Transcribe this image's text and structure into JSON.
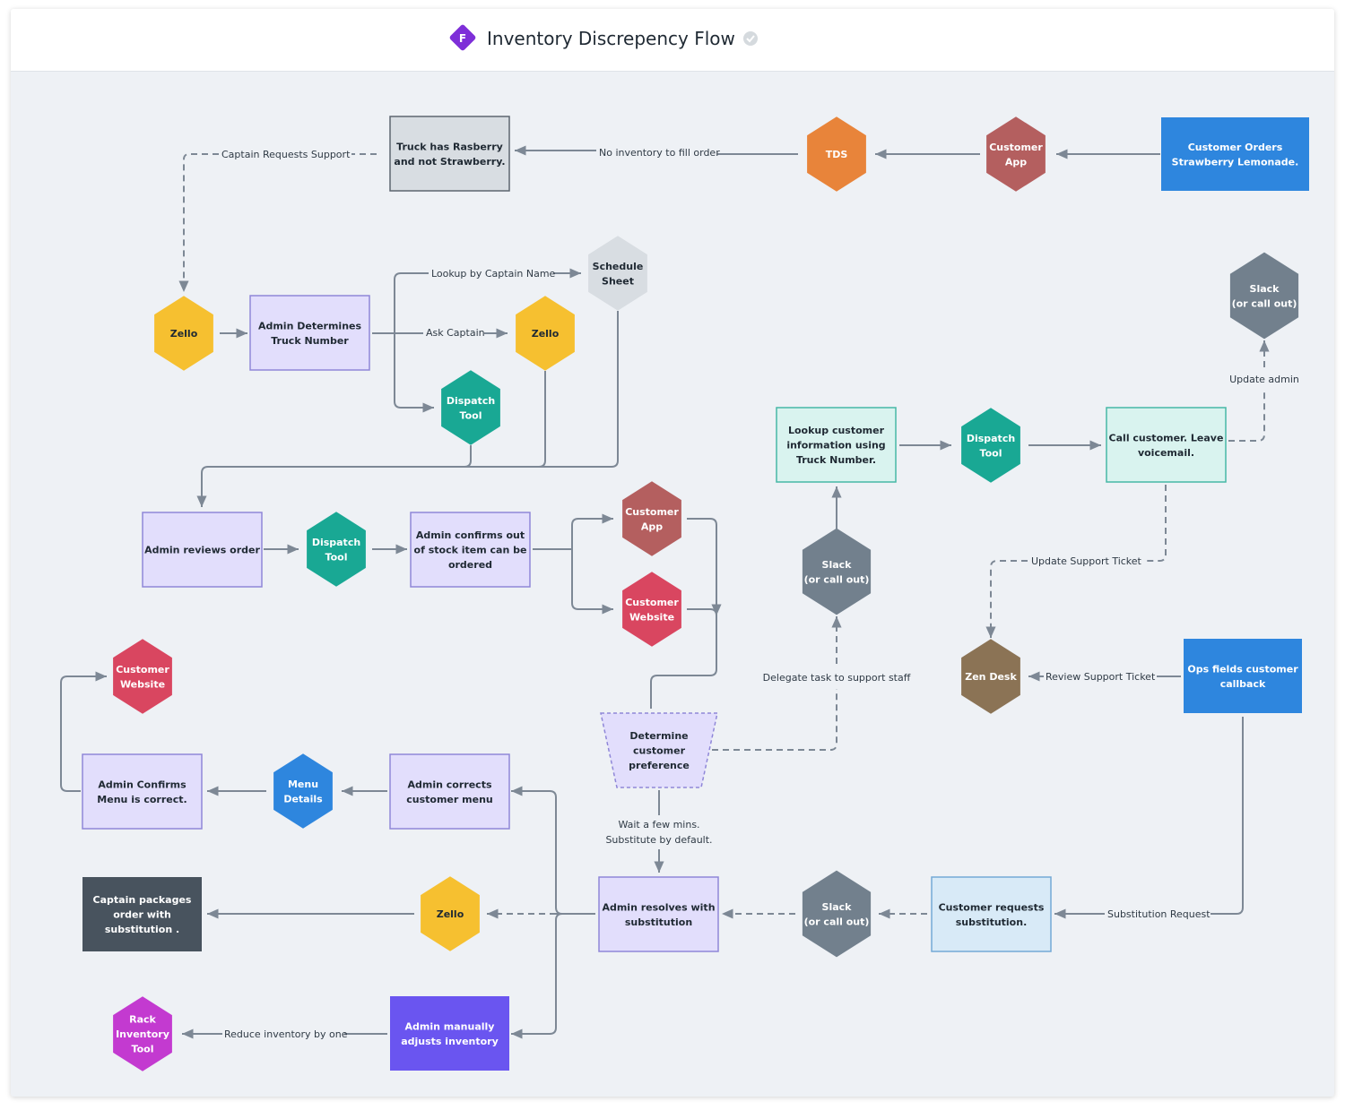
{
  "title": "Inventory Discrepency Flow",
  "logo_letter": "F",
  "colors": {
    "logo": "#7e2fd8",
    "orange": "#e8843a",
    "brick": "#b45f5f",
    "blue": "#2e86de",
    "gray": "#d8dde2",
    "yellow": "#f6c030",
    "lavender": "#e2defc",
    "lavender_border": "#8f87d8",
    "teal": "#19a894",
    "slate": "#8c959e",
    "slate_dark": "#72808d",
    "red": "#d94660",
    "mint": "#d9f3ef",
    "mint_border": "#47b8a6",
    "lightblue": "#d8eaf7",
    "lightblue_border": "#74a9d6",
    "brown": "#8b7355",
    "dark": "#48535e",
    "magenta": "#c33ad0",
    "purple": "#6a55f0"
  },
  "nodes": {
    "customer_orders": {
      "text": [
        "Customer Orders",
        "Strawberry Lemonade."
      ]
    },
    "customer_app_top": {
      "text": [
        "Customer",
        "App"
      ]
    },
    "tds": {
      "text": [
        "TDS"
      ]
    },
    "truck_rasberry": {
      "text": [
        "Truck has Rasberry",
        "and not Strawberry."
      ]
    },
    "zello_left": {
      "text": [
        "Zello"
      ]
    },
    "admin_determines": {
      "text": [
        "Admin Determines",
        "Truck Number"
      ]
    },
    "schedule_sheet": {
      "text": [
        "Schedule",
        "Sheet"
      ]
    },
    "zello_mid": {
      "text": [
        "Zello"
      ]
    },
    "dispatch_tool_1": {
      "text": [
        "Dispatch",
        "Tool"
      ]
    },
    "admin_reviews": {
      "text": [
        "Admin reviews order"
      ]
    },
    "dispatch_tool_2": {
      "text": [
        "Dispatch",
        "Tool"
      ]
    },
    "admin_confirms_out": {
      "text": [
        "Admin confirms out",
        "of stock item can be",
        "ordered"
      ]
    },
    "customer_app_mid": {
      "text": [
        "Customer",
        "App"
      ]
    },
    "customer_website_mid": {
      "text": [
        "Customer",
        "Website"
      ]
    },
    "determine_pref": {
      "text": [
        "Determine",
        "customer",
        "preference"
      ]
    },
    "slack_mid": {
      "text": [
        "Slack",
        "(or call out)"
      ]
    },
    "lookup_customer": {
      "text": [
        "Lookup customer",
        "information using",
        "Truck Number."
      ]
    },
    "dispatch_tool_3": {
      "text": [
        "Dispatch",
        "Tool"
      ]
    },
    "call_customer": {
      "text": [
        "Call customer. Leave",
        "voicemail."
      ]
    },
    "slack_top": {
      "text": [
        "Slack",
        "(or call out)"
      ]
    },
    "zen_desk": {
      "text": [
        "Zen Desk"
      ]
    },
    "ops_fields": {
      "text": [
        "Ops fields customer",
        "callback"
      ]
    },
    "customer_website_left": {
      "text": [
        "Customer",
        "Website"
      ]
    },
    "admin_confirms_menu": {
      "text": [
        "Admin Confirms",
        "Menu is correct."
      ]
    },
    "menu_details": {
      "text": [
        "Menu",
        "Details"
      ]
    },
    "admin_corrects": {
      "text": [
        "Admin corrects",
        "customer menu"
      ]
    },
    "captain_packages": {
      "text": [
        "Captain packages",
        "order with",
        "substitution ."
      ]
    },
    "zello_bottom": {
      "text": [
        "Zello"
      ]
    },
    "admin_resolves": {
      "text": [
        "Admin resolves with",
        "substitution"
      ]
    },
    "slack_bottom": {
      "text": [
        "Slack",
        "(or call out)"
      ]
    },
    "customer_requests": {
      "text": [
        "Customer requests",
        "substitution."
      ]
    },
    "rack_inventory": {
      "text": [
        "Rack",
        "Inventory",
        "Tool"
      ]
    },
    "admin_manually": {
      "text": [
        "Admin manually",
        "adjusts inventory"
      ]
    }
  },
  "edge_labels": {
    "no_inventory": [
      "No inventory to fill order"
    ],
    "captain_requests": [
      "Captain Requests Support"
    ],
    "lookup_captain": [
      "Lookup by Captain Name"
    ],
    "ask_captain": [
      "Ask Captain"
    ],
    "update_admin": [
      "Update admin"
    ],
    "update_ticket": [
      "Update Support Ticket"
    ],
    "review_ticket": [
      "Review Support Ticket"
    ],
    "delegate": [
      "Delegate task to support staff"
    ],
    "wait_mins": [
      "Wait a few mins.",
      "Substitute by default."
    ],
    "substitution_request": [
      "Substitution Request"
    ],
    "reduce_inventory": [
      "Reduce inventory by one"
    ]
  }
}
